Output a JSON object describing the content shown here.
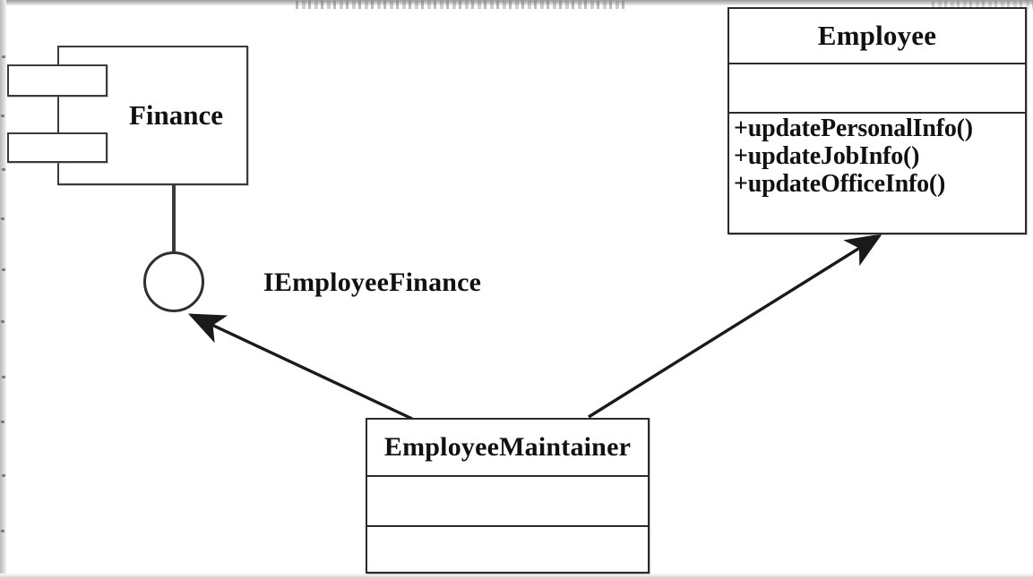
{
  "diagram": {
    "type": "uml-component-diagram",
    "background_color": "#ffffff",
    "line_color": "#2a2a2a"
  },
  "component": {
    "name": "Finance",
    "stereotype_shape": "component-with-tabs"
  },
  "interface": {
    "name": "IEmployeeFinance",
    "shape": "lollipop-provided-interface"
  },
  "classes": [
    {
      "name": "Employee",
      "attributes": [],
      "operations": [
        "+updatePersonalInfo()",
        "+updateJobInfo()",
        "+updateOfficeInfo()"
      ]
    },
    {
      "name": "EmployeeMaintainer",
      "attributes": [],
      "operations": []
    }
  ],
  "relationships": [
    {
      "id": "maintainer-uses-interface",
      "from": "EmployeeMaintainer",
      "to": "IEmployeeFinance",
      "arrow": "solid-filled-arrowhead"
    },
    {
      "id": "maintainer-uses-employee",
      "from": "EmployeeMaintainer",
      "to": "Employee",
      "arrow": "solid-filled-arrowhead"
    },
    {
      "id": "finance-provides-interface",
      "from": "Finance",
      "to": "IEmployeeFinance",
      "arrow": "plain-line"
    }
  ]
}
